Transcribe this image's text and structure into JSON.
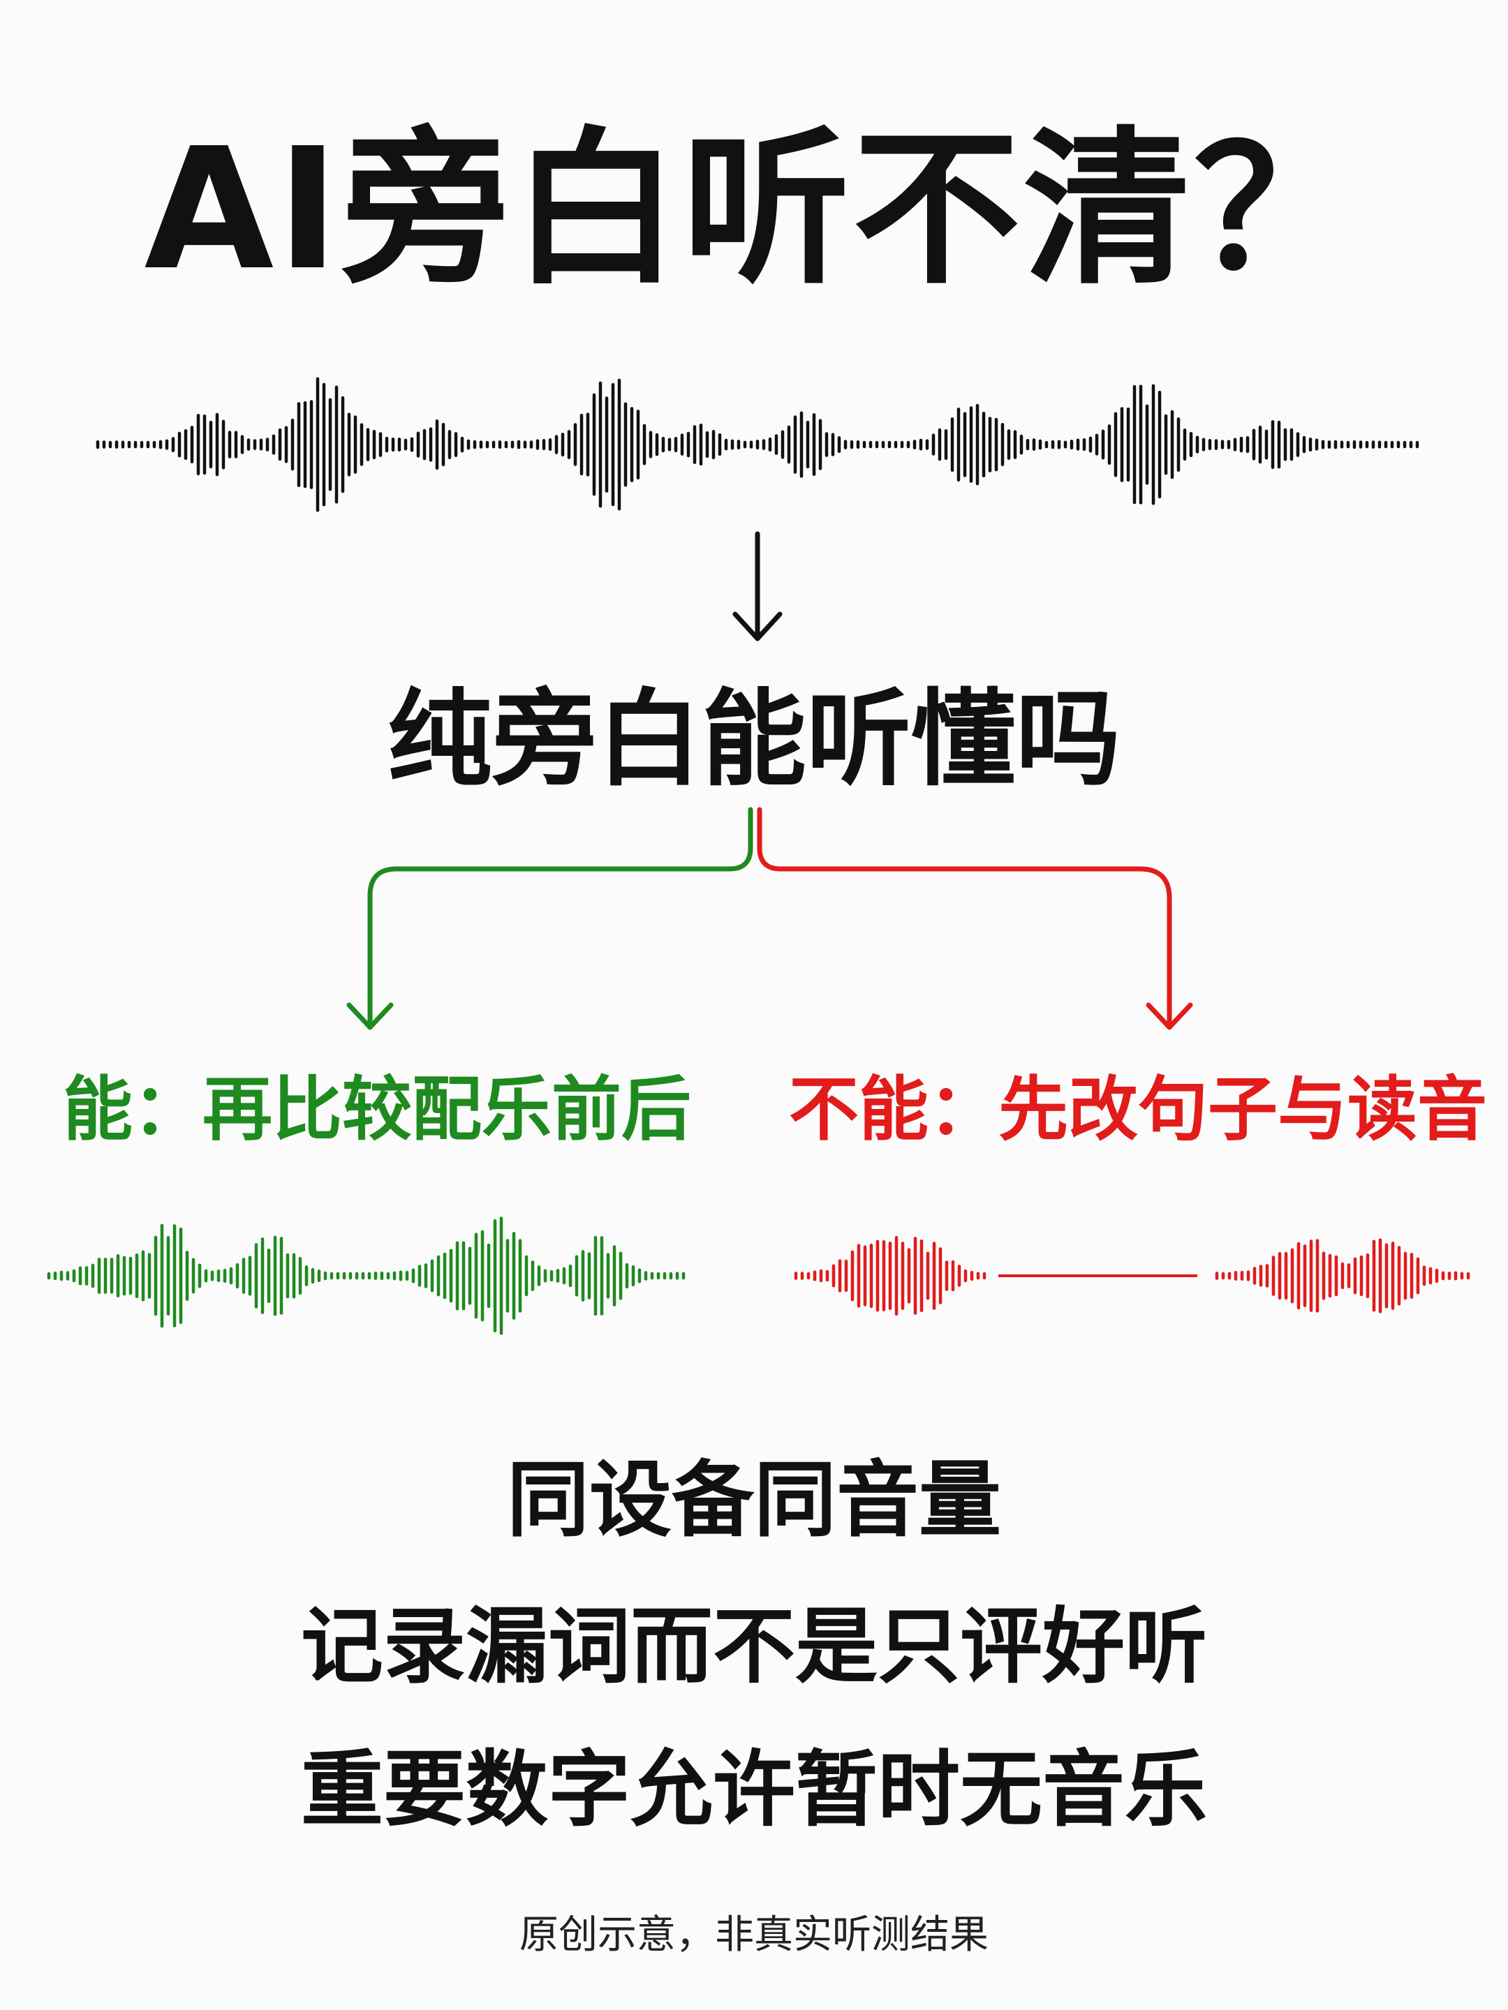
{
  "title": "AI旁白听不清？",
  "question": "纯旁白能听懂吗",
  "branches": {
    "yes": "能：再比较配乐前后",
    "no": "不能：先改句子与读音"
  },
  "tips": [
    "同设备同音量",
    "记录漏词而不是只评好听",
    "重要数字允许暂时无音乐"
  ],
  "footnote": "原创示意，非真实听测结果",
  "colors": {
    "text": "#111111",
    "background": "#fbfbfb",
    "yes_branch": "#1f8a1f",
    "no_branch": "#e21b1b",
    "waveform_main": "#111111"
  },
  "icons": {
    "main_arrow": "arrow-down-icon",
    "yes_arrow": "arrow-down-icon",
    "no_arrow": "arrow-down-icon",
    "waveforms": "sound-wave-icon"
  }
}
